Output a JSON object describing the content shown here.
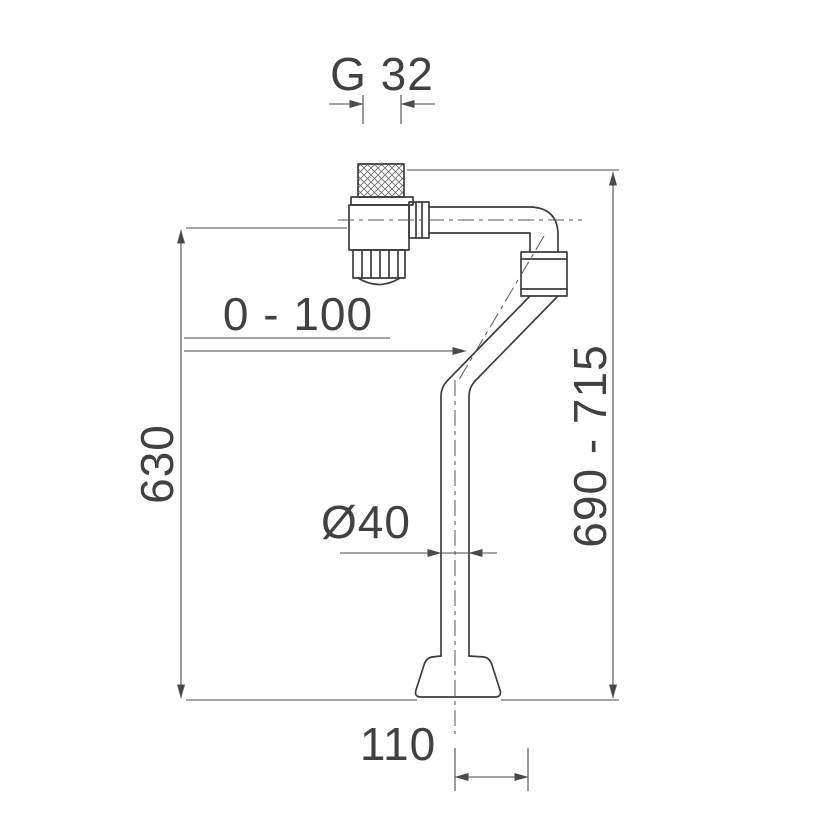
{
  "canvas": {
    "background": "#ffffff"
  },
  "diagram": {
    "type": "technical-drawing",
    "colors": {
      "outline": "#3d3d3d",
      "dimension": "#4b4b4b",
      "centerline": "#575757",
      "text": "#414141"
    },
    "labels": {
      "thread": "G 32",
      "offset_range": "0 - 100",
      "height_left": "630",
      "height_right": "690 - 715",
      "diameter": "Ø40",
      "base_offset": "110"
    }
  }
}
